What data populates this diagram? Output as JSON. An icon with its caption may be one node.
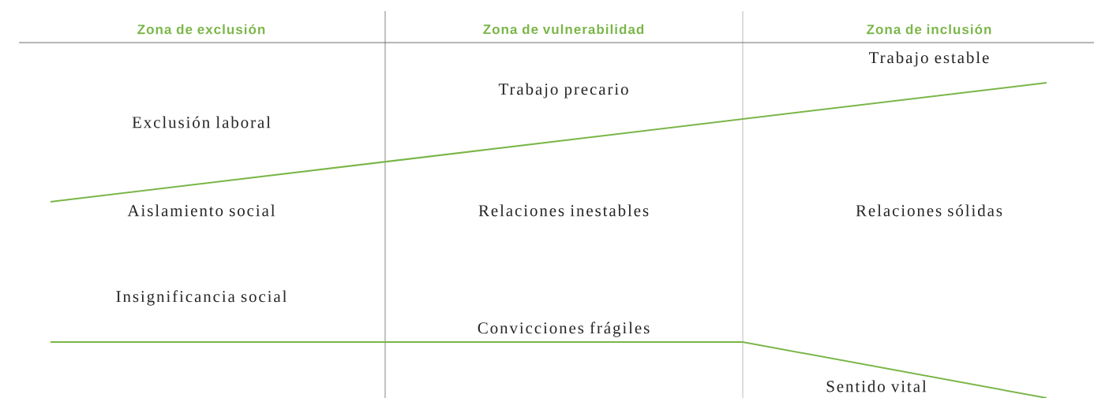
{
  "diagram": {
    "labels": [
      "Zona de exclusión",
      "Zona de vulnerabilidad",
      "Zona de inclusión",
      "Trabajo estable",
      "Trabajo precario",
      "Exclusión laboral",
      "Aislamiento social",
      "Relaciones inestables",
      "Relaciones sólidas",
      "Insignificancia social",
      "Convicciones frágiles",
      "Sentido vital"
    ]
  }
}
